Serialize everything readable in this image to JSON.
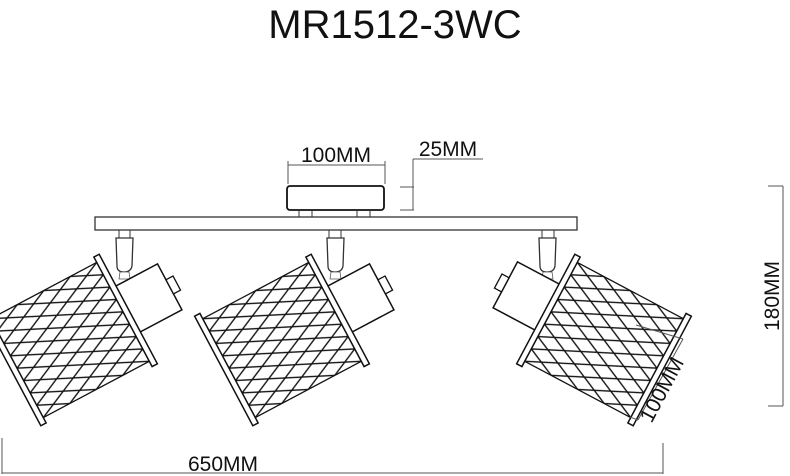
{
  "title": "MR1512-3WC",
  "dimensions": {
    "canopy_width": "100MM",
    "canopy_height": "25MM",
    "total_height": "180MM",
    "shade_length": "100MM",
    "total_width": "650MM"
  },
  "components": {
    "canopy": "ceiling-mount-canopy",
    "bar": "mounting-bar",
    "spotlights": [
      {
        "position": "left",
        "orientation": "tilted-left"
      },
      {
        "position": "center",
        "orientation": "tilted-left"
      },
      {
        "position": "right",
        "orientation": "tilted-right"
      }
    ]
  },
  "colors": {
    "line": "#1a1a1a",
    "dim_line": "#555555",
    "background": "#ffffff"
  }
}
